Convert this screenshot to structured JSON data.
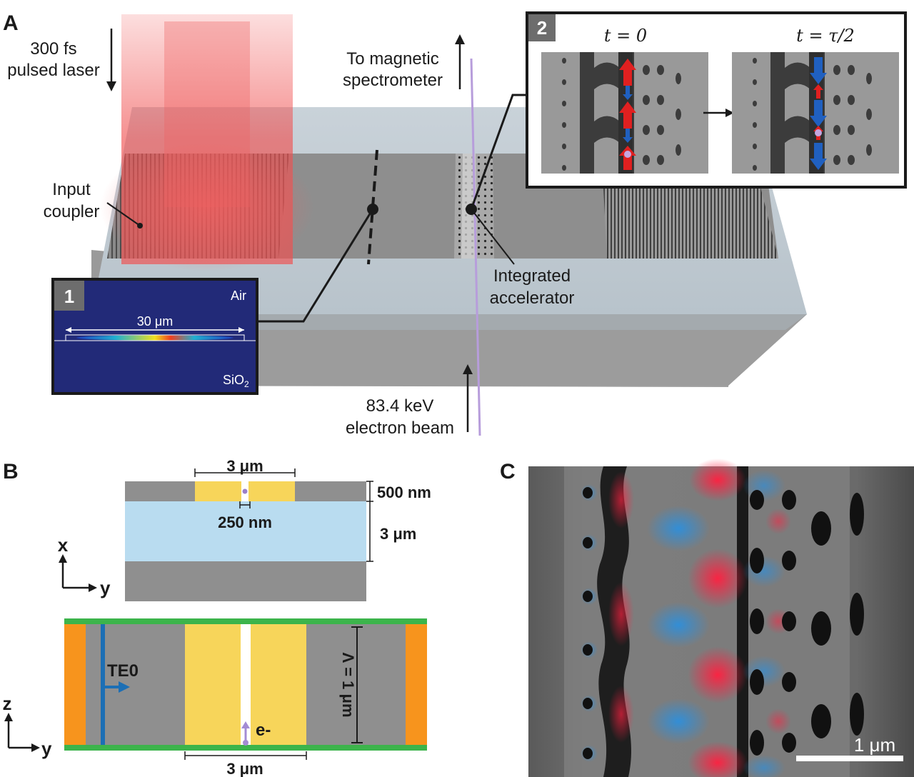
{
  "panelA": {
    "letter": "A",
    "laser_label_1": "300 fs",
    "laser_label_2": "pulsed laser",
    "spectrometer_label_1": "To magnetic",
    "spectrometer_label_2": "spectrometer",
    "input_coupler_1": "Input",
    "input_coupler_2": "coupler",
    "accelerator_1": "Integrated",
    "accelerator_2": "accelerator",
    "beam_label_1": "83.4 keV",
    "beam_label_2": "electron beam",
    "inset1": {
      "number": "1",
      "top_label": "Air",
      "width_label": "30 μm",
      "bottom_label": "SiO",
      "bottom_sub": "2"
    },
    "inset2": {
      "number": "2",
      "t0": "t = 0",
      "thalf": "t = τ/2"
    }
  },
  "panelB": {
    "letter": "B",
    "width_top": "3 μm",
    "thickness": "500 nm",
    "gap": "250 nm",
    "oxide": "3 μm",
    "axis_x": "x",
    "axis_y": "y",
    "axis_z": "z",
    "axis_y2": "y",
    "mode": "TE0",
    "electron": "e-",
    "period": "Λ = 1 μm",
    "width_bottom": "3 μm"
  },
  "panelC": {
    "letter": "C",
    "scale": "1 μm"
  },
  "colors": {
    "laser": "#f05050",
    "silicon": "#8f8f8f",
    "oxide": "#b9dcf0",
    "gold": "#f7d55a",
    "green": "#3cb44b",
    "orange": "#f7941d",
    "blue_arrow": "#1c6fb5",
    "beam": "#b79ddb",
    "inset_bg": "#1f2a7a"
  }
}
